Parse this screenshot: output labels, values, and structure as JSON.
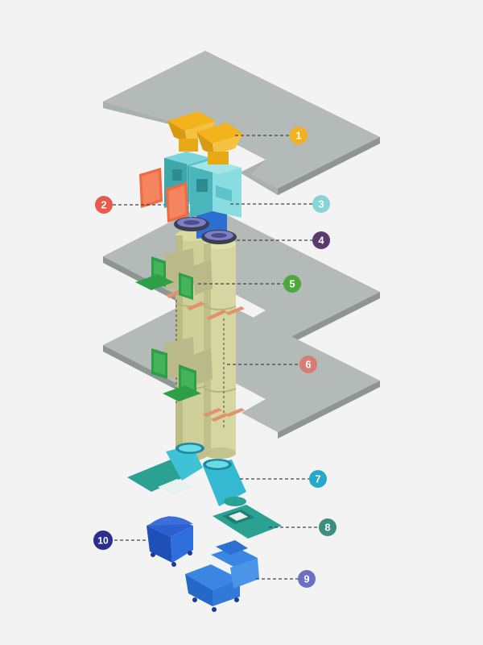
{
  "colors": {
    "background": "#f3f3f3",
    "slab": "#a7afac",
    "leader": "#444444"
  },
  "callouts": [
    {
      "label": "1",
      "color": "#f2b01e"
    },
    {
      "label": "2",
      "color": "#e85a4f"
    },
    {
      "label": "3",
      "color": "#88d3d6"
    },
    {
      "label": "4",
      "color": "#5b3a6e"
    },
    {
      "label": "5",
      "color": "#4aa83c"
    },
    {
      "label": "6",
      "color": "#d77d74"
    },
    {
      "label": "7",
      "color": "#27a8c9"
    },
    {
      "label": "8",
      "color": "#3c8f80"
    },
    {
      "label": "9",
      "color": "#6b6fc4"
    },
    {
      "label": "10",
      "color": "#2b2f8f"
    }
  ]
}
